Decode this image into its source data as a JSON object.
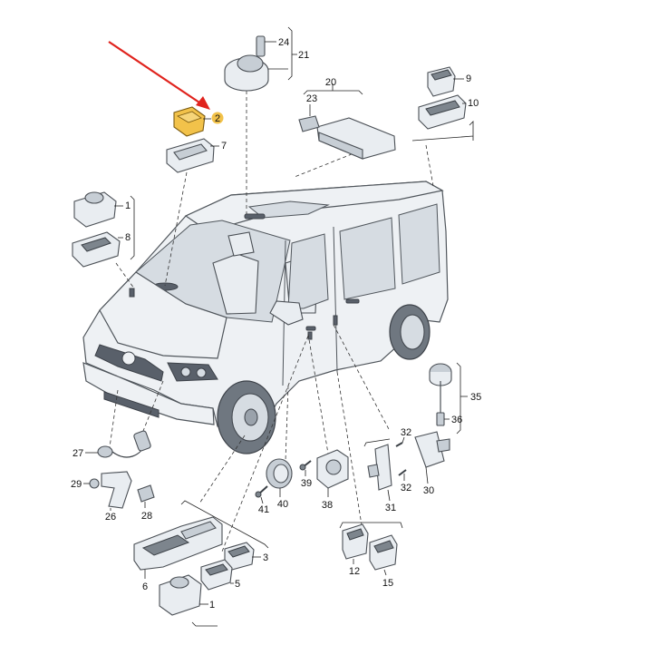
{
  "diagram": {
    "labels": [
      "1",
      "2",
      "3",
      "5",
      "6",
      "7",
      "8",
      "9",
      "10",
      "12",
      "15",
      "20",
      "21",
      "23",
      "24",
      "26",
      "27",
      "28",
      "29",
      "30",
      "31",
      "32",
      "35",
      "36",
      "38",
      "39",
      "40",
      "41"
    ],
    "highlighted_part": "2",
    "colors": {
      "highlight": "#f2c24a",
      "arrow": "#e0231d"
    }
  }
}
